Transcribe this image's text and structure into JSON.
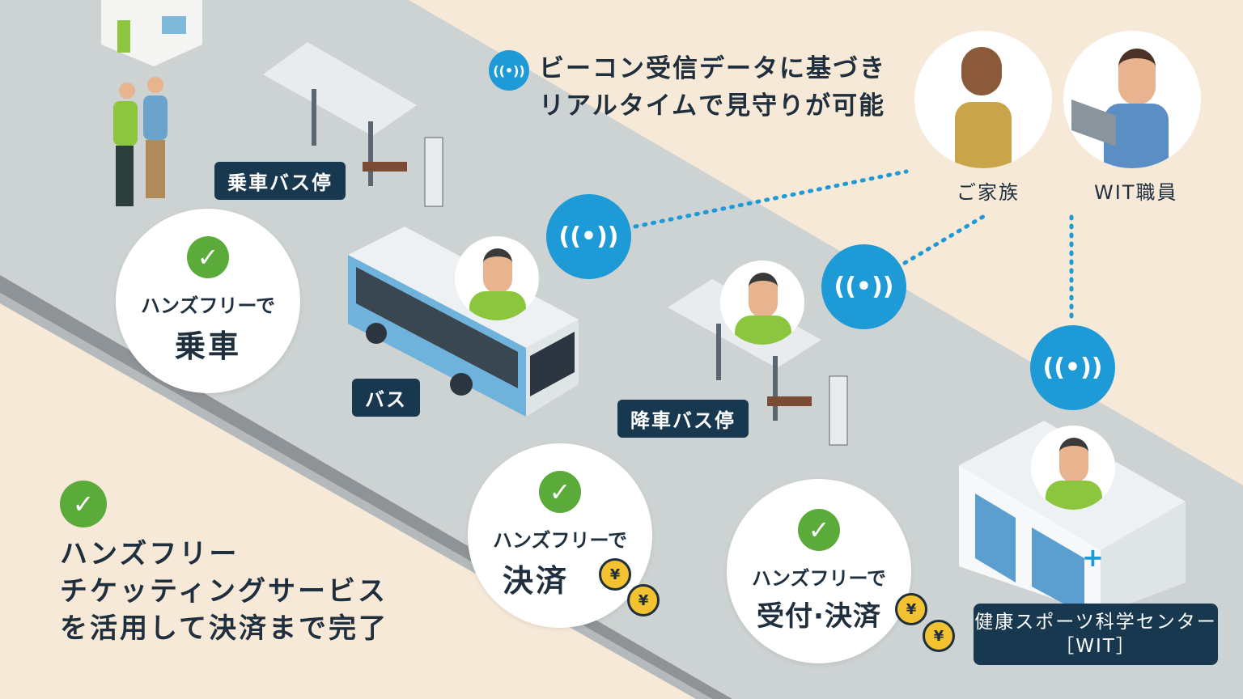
{
  "headline": {
    "line1": "ビーコン受信データに基づき",
    "line2": "リアルタイムで見守りが可能"
  },
  "watchers": [
    {
      "label": "ご家族"
    },
    {
      "label": "WIT職員"
    }
  ],
  "place_labels": {
    "boarding_stop": "乗車バス停",
    "bus": "バス",
    "alighting_stop": "降車バス停"
  },
  "bubbles": [
    {
      "sub": "ハンズフリーで",
      "main": "乗車"
    },
    {
      "sub": "ハンズフリーで",
      "main": "決済"
    },
    {
      "sub": "ハンズフリーで",
      "main": "受付·決済"
    }
  ],
  "facility": {
    "name": "健康スポーツ科学センター",
    "abbr": "［WIT］"
  },
  "summary": {
    "line1": "ハンズフリー",
    "line2": "チケッティングサービス",
    "line3": "を活用して決済まで完了"
  },
  "coin_symbol": "¥",
  "colors": {
    "background": "#f6e9d8",
    "road": "#cdd2d2",
    "curb": "#8d9396",
    "label": "#17384f",
    "check": "#5aab3a",
    "beacon": "#1e9ad6"
  }
}
